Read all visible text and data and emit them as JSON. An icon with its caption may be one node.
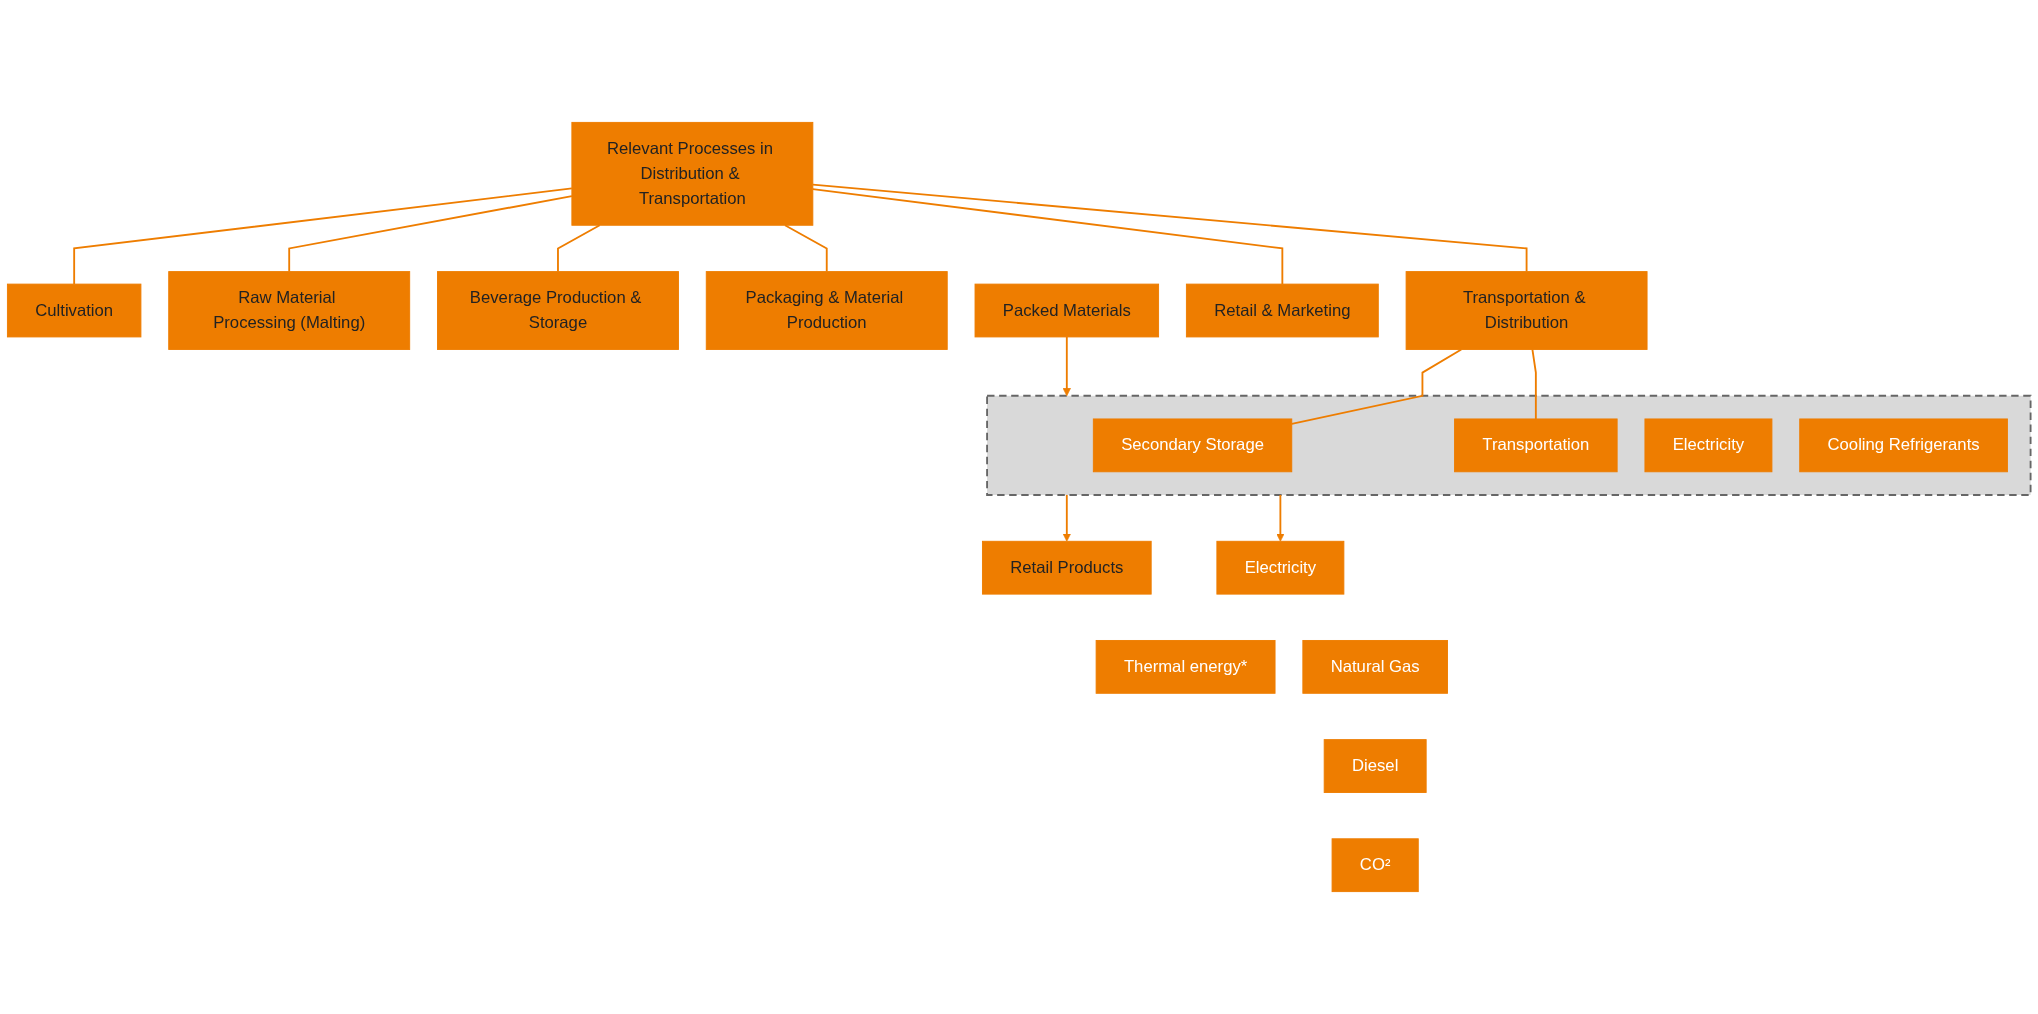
{
  "diagram": {
    "nodes": [
      {
        "text": [
          "Relevant Processes in Distribution & Transportation"
        ]
      },
      {
        "text": [
          "Cultivation"
        ]
      },
      {
        "text": [
          "Raw Material Processing (Malting)"
        ]
      },
      {
        "text": [
          "Beverage Production & Storage"
        ]
      },
      {
        "text": [
          "Packaging & Material Production"
        ]
      },
      {
        "text": [
          "Transportation & Distribution"
        ]
      },
      {
        "text": [
          "Retail & Marketing"
        ]
      },
      {
        "text": [
          "Packed Materials"
        ]
      },
      {
        "text": [],
        "shape": "box"
      },
      {
        "text": [
          "Secondary Storage"
        ],
        "in": 8
      },
      {
        "text": [
          "Transportation"
        ],
        "in": 8
      },
      {
        "text": [
          "Electricity"
        ],
        "in": 8
      },
      {
        "text": [
          "Cooling Refrigerants"
        ],
        "in": 8
      },
      {
        "text": [
          "Retail Products"
        ]
      },
      {
        "text": [
          "Electricity"
        ]
      },
      {
        "text": [
          "Thermal energy*"
        ]
      },
      {
        "text": [
          "Natural Gas"
        ]
      },
      {
        "text": [
          "Diesel"
        ]
      },
      {
        "text": [
          "CO²"
        ]
      }
    ],
    "edges": [
      {
        "from": 0,
        "to": 1,
        "arrow": "none"
      },
      {
        "from": 0,
        "to": 2,
        "arrow": "none"
      },
      {
        "from": 0,
        "to": 3,
        "arrow": "none"
      },
      {
        "from": 0,
        "to": 4,
        "arrow": "none"
      },
      {
        "from": 0,
        "to": 5,
        "arrow": "none"
      },
      {
        "from": 0,
        "to": 6,
        "arrow": "none"
      },
      {
        "from": 5,
        "to": 9,
        "arrow": "none"
      },
      {
        "from": 5,
        "to": 10,
        "arrow": "none"
      },
      {
        "from": 7,
        "to": 8,
        "arrow": "to"
      },
      {
        "from": 8,
        "to": 13,
        "arrow": "to"
      },
      {
        "from": 8,
        "to": 14,
        "arrow": "to"
      }
    ]
  }
}
